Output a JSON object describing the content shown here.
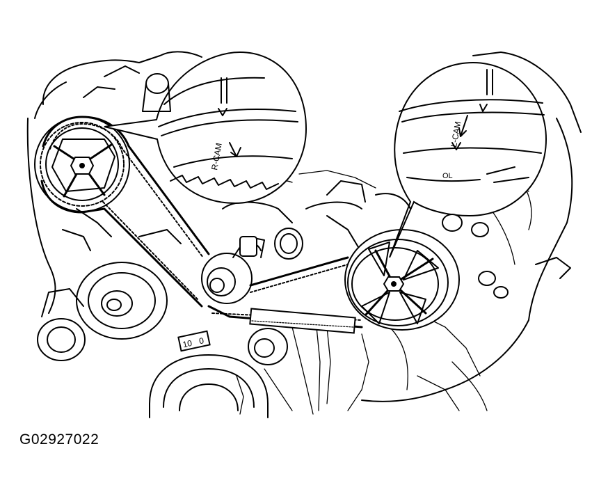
{
  "figure": {
    "code": "G02927022"
  },
  "labels": {
    "right_cam_mark": "R-CAM",
    "left_cam_mark": "L-CAM",
    "left_cam_sub": "OL",
    "scale_10": "10",
    "scale_0": "0"
  }
}
